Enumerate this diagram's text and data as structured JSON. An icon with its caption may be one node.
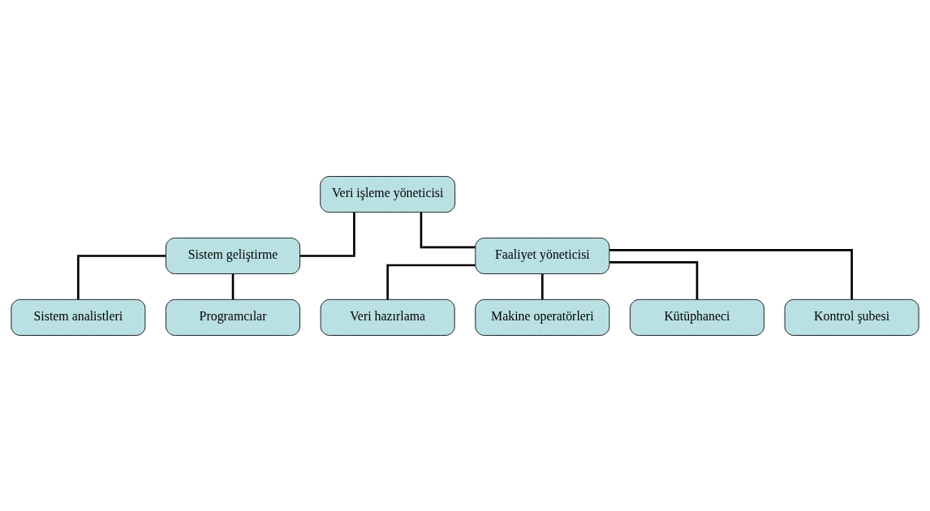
{
  "diagram": {
    "nodes": [
      {
        "text": [
          "Veri işleme yöneticisi"
        ]
      },
      {
        "text": [
          "Sistem geliştirme"
        ]
      },
      {
        "text": [
          "Faaliyet yöneticisi"
        ]
      },
      {
        "text": [
          "Sistem analistleri"
        ]
      },
      {
        "text": [
          "Programcılar"
        ]
      },
      {
        "text": [
          "Veri hazırlama"
        ]
      },
      {
        "text": [
          "Makine operatörleri"
        ]
      },
      {
        "text": [
          "Kütüphaneci"
        ]
      },
      {
        "text": [
          "Kontrol şubesi"
        ]
      }
    ],
    "edges": [
      {
        "from": 0,
        "to": 1,
        "arrow": "none"
      },
      {
        "from": 0,
        "to": 2,
        "arrow": "none"
      },
      {
        "from": 1,
        "to": 3,
        "arrow": "none"
      },
      {
        "from": 1,
        "to": 4,
        "arrow": "none"
      },
      {
        "from": 2,
        "to": 5,
        "arrow": "none"
      },
      {
        "from": 2,
        "to": 6,
        "arrow": "none"
      },
      {
        "from": 2,
        "to": 7,
        "arrow": "none"
      },
      {
        "from": 2,
        "to": 8,
        "arrow": "none"
      }
    ]
  }
}
